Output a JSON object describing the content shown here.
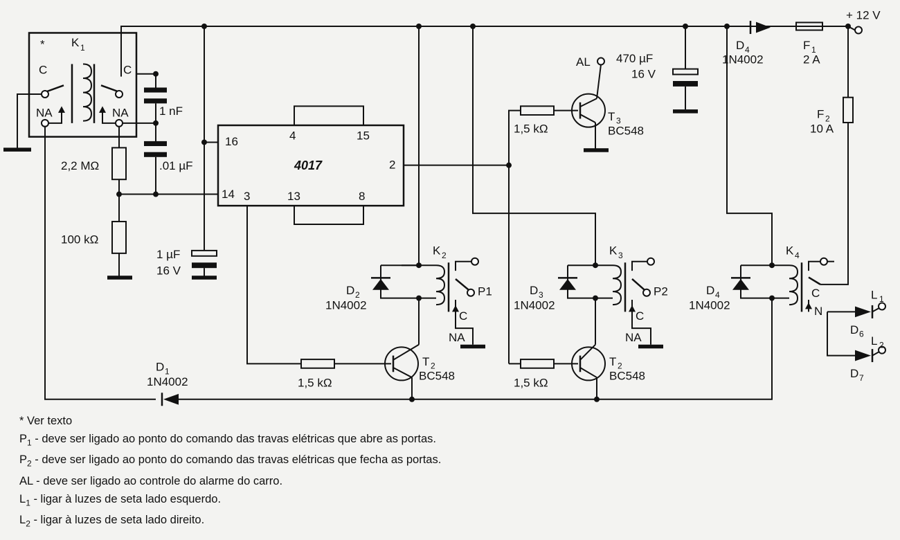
{
  "diagram": {
    "supply": "+ 12 V",
    "relays": {
      "k1": "K",
      "k1_sub": "1",
      "k2": "K",
      "k2_sub": "2",
      "k3": "K",
      "k3_sub": "3",
      "k4": "K",
      "k4_sub": "4",
      "asterisk": "*",
      "c": "C",
      "na": "NA",
      "n": "N"
    },
    "ic": {
      "name": "4017",
      "pins": {
        "p16": "16",
        "p4": "4",
        "p15": "15",
        "p2": "2",
        "p14": "14",
        "p3": "3",
        "p13": "13",
        "p8": "8"
      }
    },
    "components": {
      "c1": "1 nF",
      "c2": ".01 µF",
      "c3_value": "1 µF",
      "c3_voltage": "16 V",
      "c4_value": "470 µF",
      "c4_voltage": "16 V",
      "r1": "2,2 MΩ",
      "r2": "100 kΩ",
      "r3": "1,5 kΩ",
      "r4": "1,5 kΩ",
      "r5": "1,5 kΩ",
      "t2a": "T",
      "t2a_sub": "2",
      "t2a_type": "BC548",
      "t2b": "T",
      "t2b_sub": "2",
      "t2b_type": "BC548",
      "t3": "T",
      "t3_sub": "3",
      "t3_type": "BC548",
      "d1": "D",
      "d1_sub": "1",
      "d1_type": "1N4002",
      "d2": "D",
      "d2_sub": "2",
      "d2_type": "1N4002",
      "d3": "D",
      "d3_sub": "3",
      "d3_type": "1N4002",
      "d4a": "D",
      "d4a_sub": "4",
      "d4a_type": "1N4002",
      "d4b": "D",
      "d4b_sub": "4",
      "d4b_type": "1N4002",
      "d6": "D",
      "d6_sub": "6",
      "d7": "D",
      "d7_sub": "7",
      "f1": "F",
      "f1_sub": "1",
      "f1_value": "2 A",
      "f2": "F",
      "f2_sub": "2",
      "f2_value": "10 A"
    },
    "terminals": {
      "al": "AL",
      "p1": "P1",
      "p2": "P2",
      "l1": "L",
      "l1_sub": "1",
      "l2": "L",
      "l2_sub": "2"
    }
  },
  "notes": [
    {
      "key": "* Ver texto",
      "sub": "",
      "text": ""
    },
    {
      "key": "P",
      "sub": "1",
      "text": " - deve ser ligado ao ponto do comando das travas elétricas que abre as portas."
    },
    {
      "key": "P",
      "sub": "2",
      "text": " - deve ser ligado ao ponto do comando das travas elétricas que fecha as portas."
    },
    {
      "key": "AL",
      "sub": "",
      "text": " - deve ser ligado ao controle do alarme do carro."
    },
    {
      "key": "L",
      "sub": "1",
      "text": " - ligar à luzes de seta lado  esquerdo."
    },
    {
      "key": "L",
      "sub": "2",
      "text": " - ligar à luzes de seta lado direito."
    }
  ]
}
